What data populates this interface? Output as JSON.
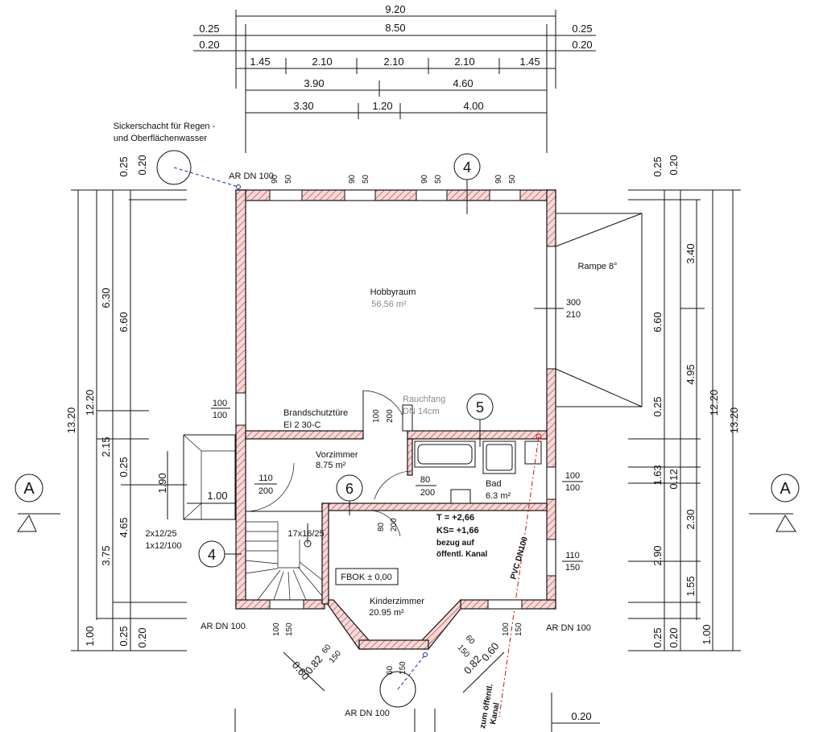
{
  "dimensions_top": {
    "total": "9.20",
    "inner": "8.50",
    "left_offset_a": "0.25",
    "left_offset_b": "0.20",
    "right_offset_a": "0.25",
    "right_offset_b": "0.20",
    "window_chain": [
      "1.45",
      "2.10",
      "2.10",
      "2.10",
      "1.45"
    ],
    "chain_b": [
      "3.90",
      "4.60"
    ],
    "chain_c": [
      "3.30",
      "1.20",
      "4.00"
    ]
  },
  "dimensions_left": {
    "total": "13.20",
    "inner": "12.20",
    "a": "6.30",
    "b": "6.60",
    "c": "2.15",
    "d": "0.25",
    "e": "4.65",
    "f": "3.75",
    "g": "1.00",
    "h": "0.25",
    "i": "0.20",
    "top_a": "0.25",
    "top_b": "0.20",
    "stair_1": "1.90",
    "stair_2": "1.00"
  },
  "dimensions_right": {
    "total": "13.20",
    "inner": "12.20",
    "a": "3.40",
    "b": "6.60",
    "c": "4.95",
    "d": "0.25",
    "e": "1.63",
    "f": "0.12",
    "g": "2.30",
    "h": "2.90",
    "i": "1.55",
    "j": "0.25",
    "k": "0.20",
    "l": "1.00",
    "top_a": "0.25",
    "top_b": "0.20",
    "bottom": "0.20"
  },
  "rooms": {
    "hobby": {
      "name": "Hobbyraum",
      "area": "56,56 m²"
    },
    "rampe": {
      "name": "Rampe 8°"
    },
    "rauchfang": {
      "name": "Rauchfang",
      "size": "DN 14cm"
    },
    "brandschutz": {
      "name": "Brandschutztüre",
      "spec": "EI 2 30-C"
    },
    "vorzimmer": {
      "name": "Vorzimmer",
      "area": "8.75 m²"
    },
    "bad": {
      "name": "Bad",
      "area": "6.3 m²"
    },
    "kinder": {
      "name": "Kinderzimmer",
      "area": "20.95 m²"
    }
  },
  "annotations": {
    "sickerschacht_1": "Sickerschacht für Regen -",
    "sickerschacht_2": "und Oberflächenwasser",
    "ar_top": "AR DN 100",
    "ar_left": "AR DN 100",
    "ar_right": "AR DN 100",
    "ar_bottom": "AR DN 100",
    "section_mark": "A",
    "section_mark_right": "A",
    "axis_4_top": "4",
    "axis_4_left": "4",
    "axis_5": "5",
    "axis_6": "6",
    "stair_spec": "17x16/25",
    "stair_left_1": "2x12/25",
    "stair_left_2": "1x12/100",
    "fbok": "FBOK ± 0,00",
    "level_t": "T  = +2,66",
    "level_ks": "KS= +1,66",
    "level_note_1": "bezug auf",
    "level_note_2": "öffentl. Kanal",
    "pvc": "PVC DN100",
    "zum_kanal_1": "zum öffentl.",
    "zum_kanal_2": "Kanal"
  },
  "openings": {
    "win_top_1": [
      "90",
      "50"
    ],
    "win_top_2": [
      "90",
      "50"
    ],
    "win_top_3": [
      "90",
      "50"
    ],
    "win_top_4": [
      "90",
      "50"
    ],
    "gate": [
      "300",
      "210"
    ],
    "left_win": [
      "100",
      "100"
    ],
    "door_brand": [
      "100",
      "200"
    ],
    "door_stairs": [
      "110",
      "200"
    ],
    "door_bad": [
      "80",
      "200"
    ],
    "door_kinder": [
      "80",
      "200"
    ],
    "right_win_1": [
      "100",
      "100"
    ],
    "right_win_2": [
      "110",
      "150"
    ],
    "bottom_win_1": [
      "100",
      "150"
    ],
    "bottom_win_2": [
      "60",
      "150"
    ],
    "bottom_win_3": [
      "60",
      "150"
    ],
    "bottom_win_4": [
      "60",
      "150"
    ],
    "bottom_win_5": [
      "100",
      "150"
    ],
    "bay_dim_left": [
      "0.60",
      "0.82"
    ],
    "bay_dim_right": [
      "0.82",
      "0.60"
    ]
  }
}
